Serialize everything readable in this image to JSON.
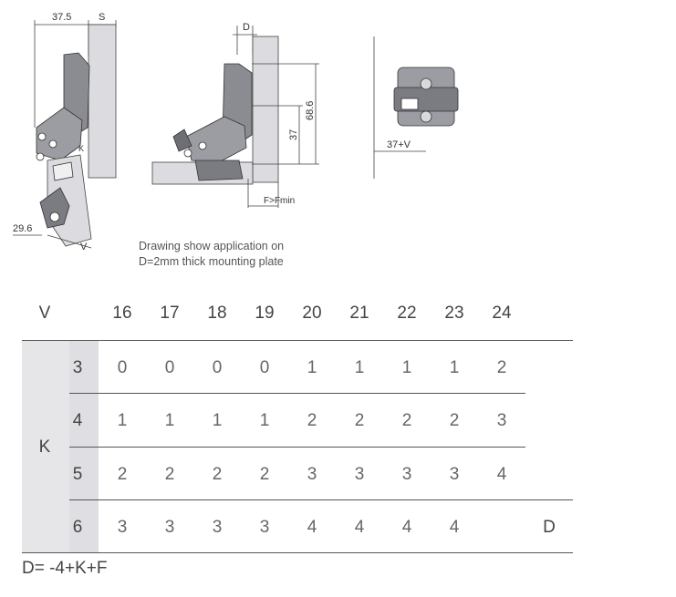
{
  "drawing": {
    "dim_37_5": "37.5",
    "dim_s": "S",
    "dim_d": "D",
    "dim_68_6": "68.6",
    "dim_37": "37",
    "dim_f": "F>Fmin",
    "dim_29_6": "29.6",
    "dim_v": "V",
    "dim_k": "K",
    "dim_37v": "37+V"
  },
  "note": {
    "line1": "Drawing show application on",
    "line2": "D=2mm thick mounting plate"
  },
  "table": {
    "v_label": "V",
    "k_label": "K",
    "d_label": "D",
    "v_values": [
      "16",
      "17",
      "18",
      "19",
      "20",
      "21",
      "22",
      "23",
      "24"
    ],
    "rows": [
      {
        "k": "3",
        "values": [
          "0",
          "0",
          "0",
          "0",
          "1",
          "1",
          "1",
          "1",
          "2"
        ]
      },
      {
        "k": "4",
        "values": [
          "1",
          "1",
          "1",
          "1",
          "2",
          "2",
          "2",
          "2",
          "3"
        ]
      },
      {
        "k": "5",
        "values": [
          "2",
          "2",
          "2",
          "2",
          "3",
          "3",
          "3",
          "3",
          "4"
        ]
      },
      {
        "k": "6",
        "values": [
          "3",
          "3",
          "3",
          "3",
          "4",
          "4",
          "4",
          "4",
          ""
        ]
      }
    ]
  },
  "formula": "D= -4+K+F"
}
